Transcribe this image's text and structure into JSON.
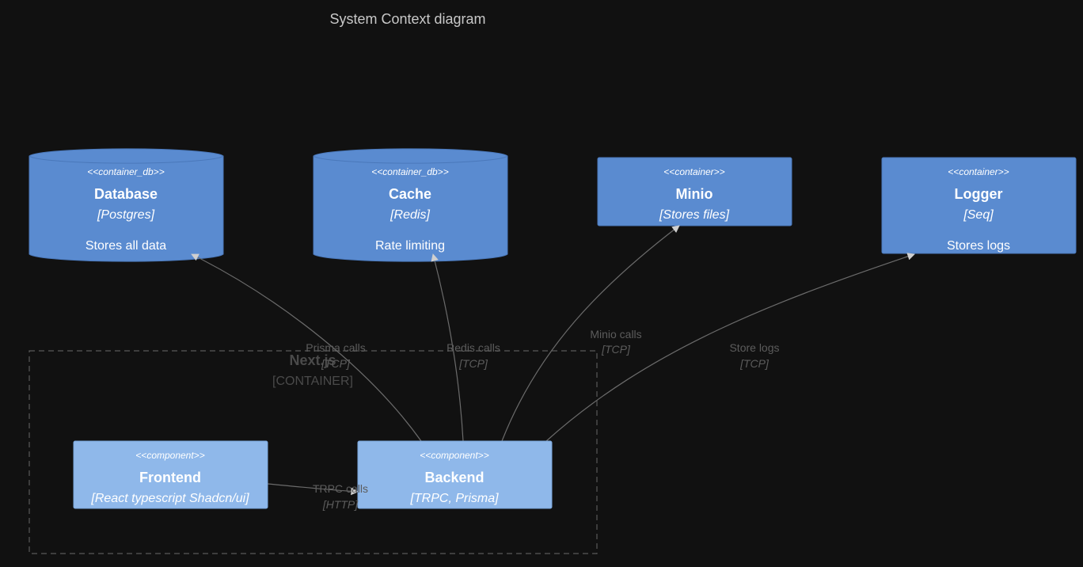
{
  "title": "System Context diagram",
  "boundary": {
    "name": "Next.js",
    "type": "[CONTAINER]"
  },
  "nodes": {
    "database": {
      "stereotype": "<<container_db>>",
      "name": "Database",
      "tech": "[Postgres]",
      "desc": "Stores all data"
    },
    "cache": {
      "stereotype": "<<container_db>>",
      "name": "Cache",
      "tech": "[Redis]",
      "desc": "Rate limiting"
    },
    "minio": {
      "stereotype": "<<container>>",
      "name": "Minio",
      "tech": "[Stores files]"
    },
    "logger": {
      "stereotype": "<<container>>",
      "name": "Logger",
      "tech": "[Seq]",
      "desc": "Stores logs"
    },
    "frontend": {
      "stereotype": "<<component>>",
      "name": "Frontend",
      "tech": "[React typescript Shadcn/ui]"
    },
    "backend": {
      "stereotype": "<<component>>",
      "name": "Backend",
      "tech": "[TRPC, Prisma]"
    }
  },
  "relations": {
    "prisma": {
      "label": "Prisma calls",
      "tech": "[TCP]"
    },
    "redis": {
      "label": "Redis calls",
      "tech": "[TCP]"
    },
    "minio": {
      "label": "Minio calls",
      "tech": "[TCP]"
    },
    "logs": {
      "label": "Store logs",
      "tech": "[TCP]"
    },
    "trpc": {
      "label": "TRPC calls",
      "tech": "[HTTP]"
    }
  },
  "colors": {
    "background": "#111111",
    "container": "#5a8bd0",
    "component": "#8fb8ea",
    "edge": "#6b6b6b"
  }
}
